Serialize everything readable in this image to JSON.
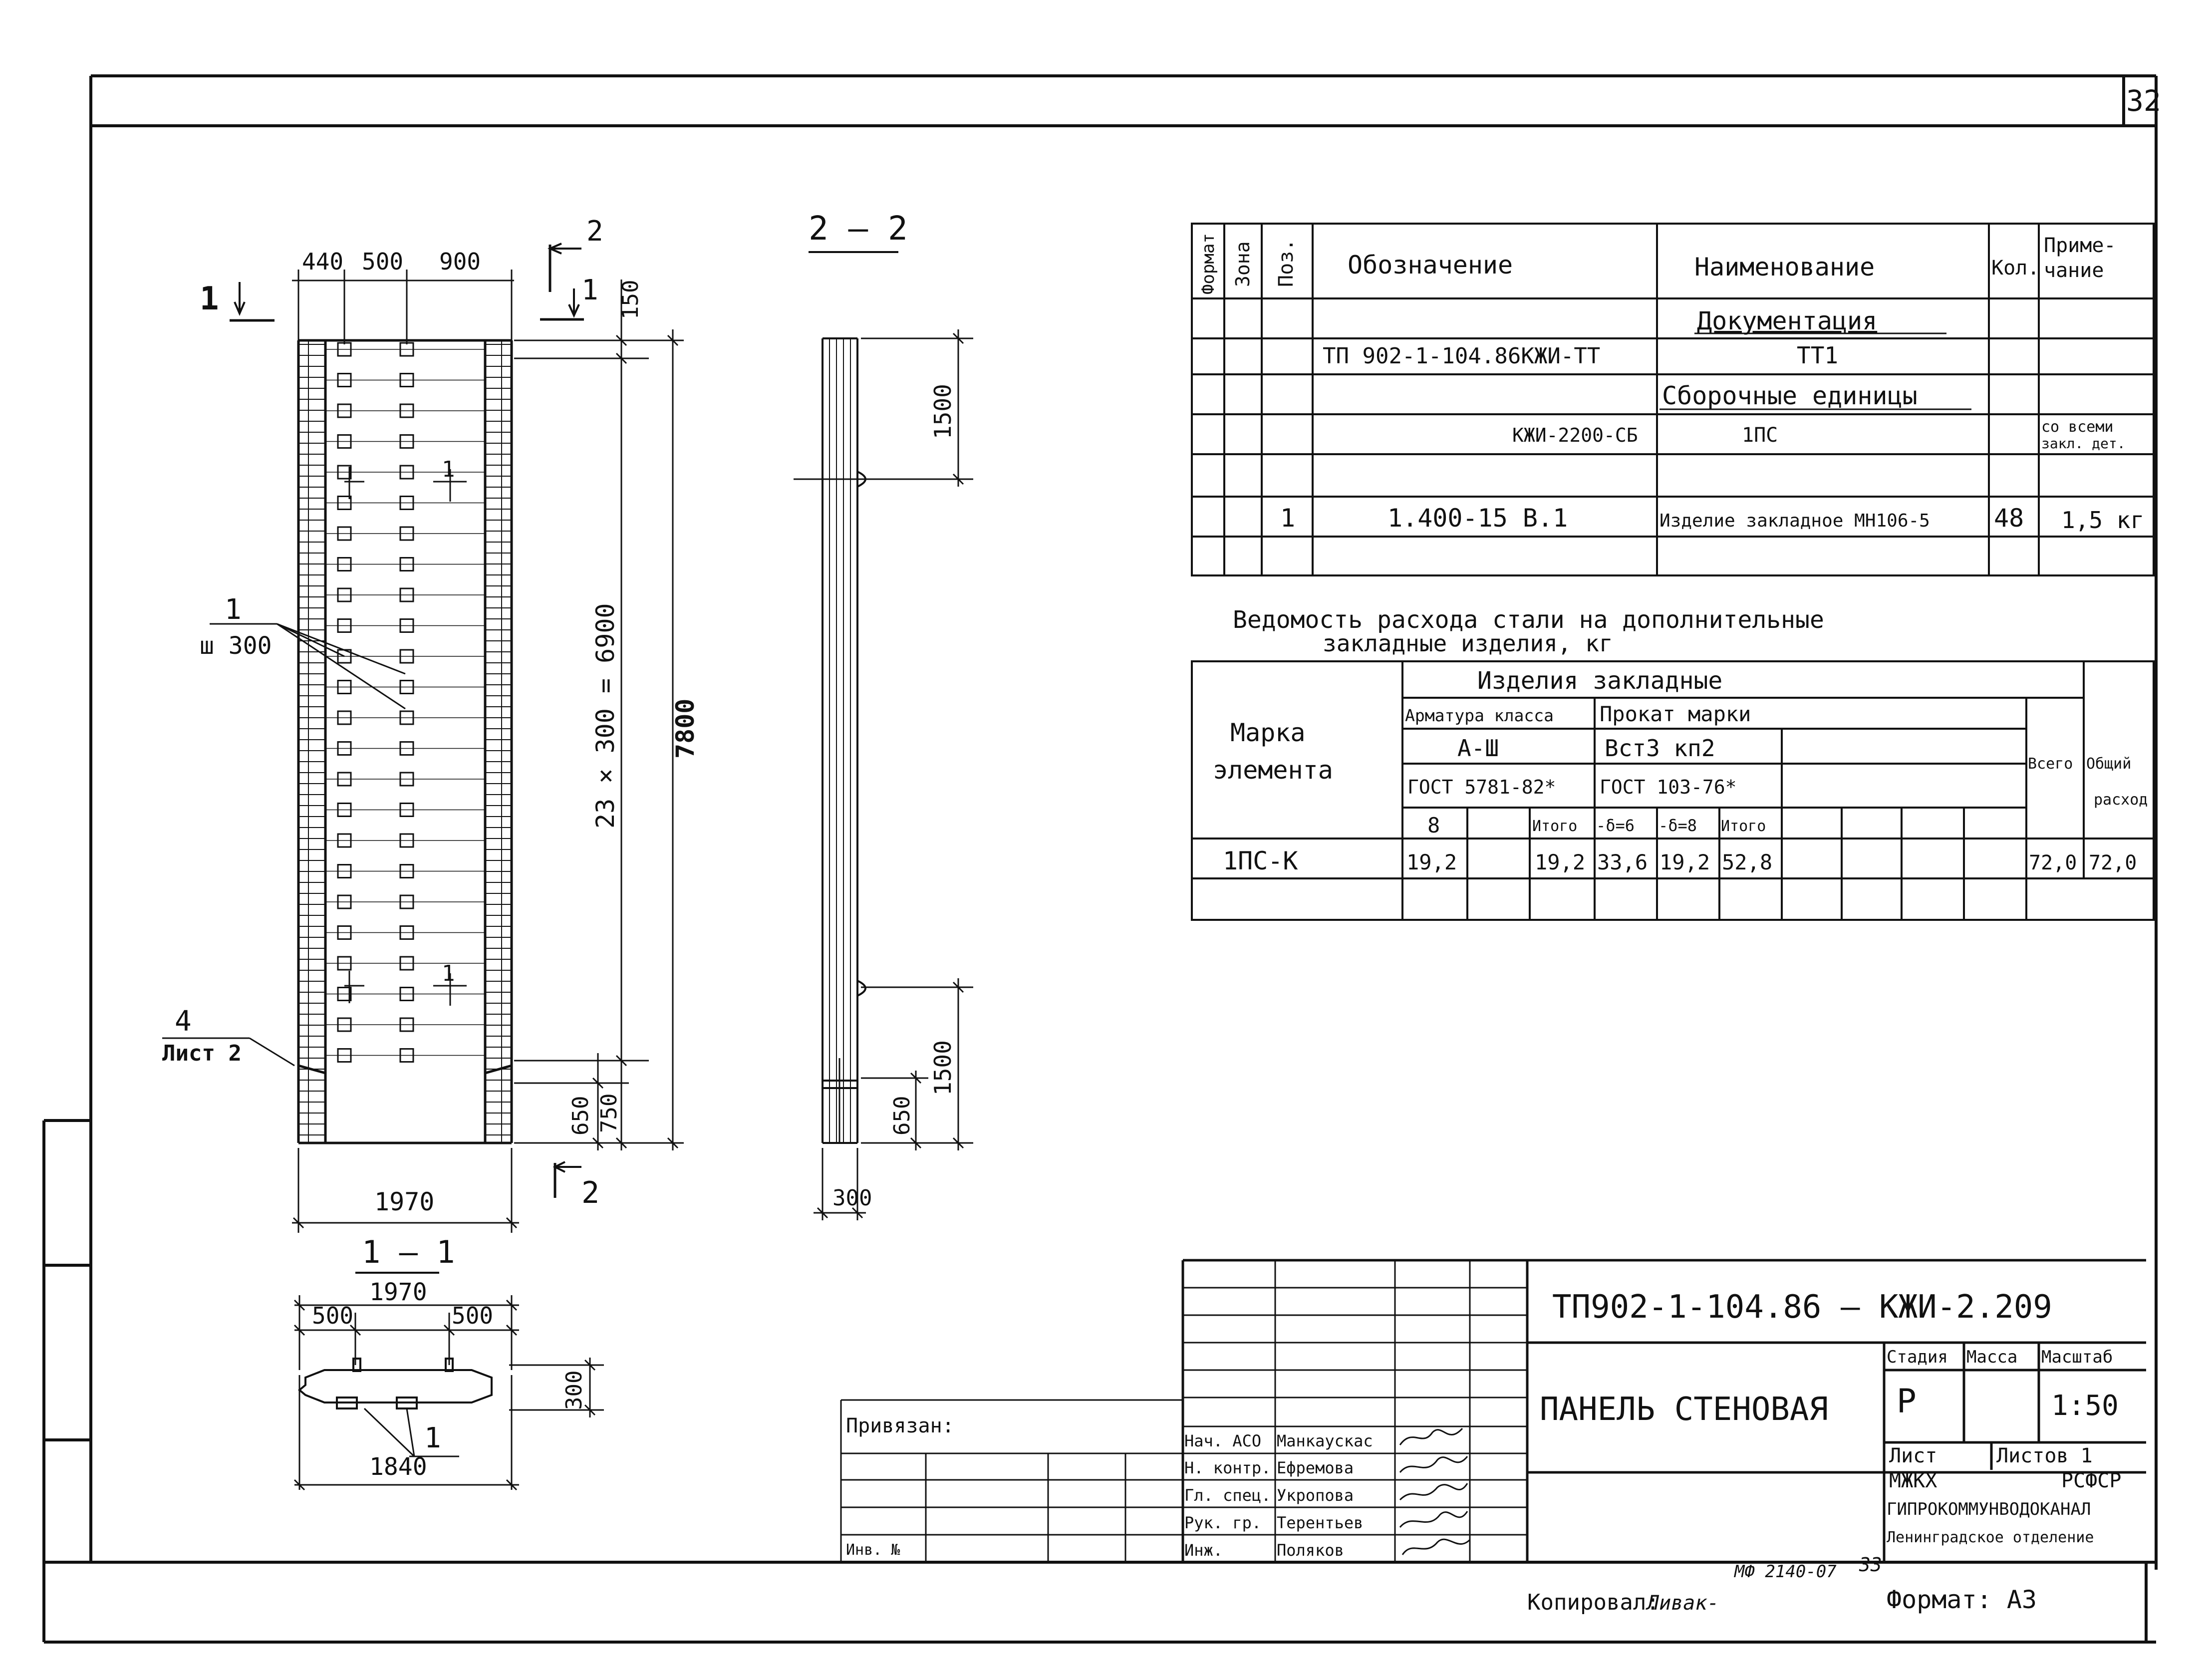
{
  "sheet_number": "32",
  "plan": {
    "top_dims": [
      "440",
      "500",
      "900"
    ],
    "dim_150": "150",
    "dim_23x300": "23 × 300 = 6900",
    "dim_7800": "7800",
    "dim_650": "650",
    "dim_750": "750",
    "width_1970": "1970",
    "callout_1": "1",
    "callout_1_note": "ш 300",
    "callout_4": "4",
    "callout_4_note": "Лист 2",
    "cut_1_top": "1",
    "cut_2_top": "2",
    "cut_2_bottom": "2",
    "cut_mark_1": "1",
    "cut_mark_1b": "1"
  },
  "section22": {
    "title": "2 — 2",
    "dim_1500_top": "1500",
    "dim_1500_bot": "1500",
    "dim_650": "650",
    "dim_300": "300"
  },
  "section11": {
    "title": "1 — 1",
    "dim_1970": "1970",
    "dim_500_left": "500",
    "dim_500_right": "500",
    "dim_300": "300",
    "dim_1840": "1840",
    "callout": "1"
  },
  "spec": {
    "headers": [
      "Формат",
      "Зона",
      "Поз.",
      "Обозначение",
      "Наименование",
      "Кол.",
      "Приме-",
      "чание"
    ],
    "rows": [
      {
        "oboz": "",
        "name": "Документация",
        "kol": "",
        "prim": ""
      },
      {
        "oboz": "ТП 902-1-104.86КЖИ-ТТ",
        "name": "ТТ1",
        "kol": "",
        "prim": ""
      },
      {
        "oboz": "",
        "name": "Сборочные единицы",
        "kol": "",
        "prim": ""
      },
      {
        "oboz": "КЖИ-2200-СБ",
        "name": "1ПС",
        "kol": "",
        "prim": "со всеми",
        "prim2": "закл. дет."
      },
      {
        "oboz": "",
        "name": "",
        "kol": "",
        "prim": ""
      },
      {
        "poz": "1",
        "oboz": "1.400-15 В.1",
        "name": "Изделие закладное МН106-5",
        "kol": "48",
        "prim": "1,5 кг"
      },
      {
        "oboz": "",
        "name": "",
        "kol": "",
        "prim": ""
      }
    ]
  },
  "steel": {
    "title1": "Ведомость расхода стали на дополнительные",
    "title2": "закладные изделия, кг",
    "h_marka1": "Марка",
    "h_marka2": "элемента",
    "h_izdeliya": "Изделия закладные",
    "h_armatura": "Арматура класса",
    "h_prokat": "Прокат марки",
    "h_a3": "А-Ш",
    "h_vst": "Вст3 кп2",
    "h_gost1": "ГОСТ 5781-82*",
    "h_gost2": "ГОСТ 103-76*",
    "h_8": "8",
    "h_itogo1": "Итого",
    "h_d6": "-δ=6",
    "h_d8": "-δ=8",
    "h_itogo2": "Итого",
    "h_vsego": "Всего",
    "h_obshchiy1": "Общий",
    "h_obshchiy2": "расход",
    "row": {
      "marka": "1ПС-К",
      "a8": "19,2",
      "itogo1": "19,2",
      "d6": "33,6",
      "d8": "19,2",
      "itogo2": "52,8",
      "vsego": "72,0",
      "obshchiy": "72,0"
    }
  },
  "stamp": {
    "code": "ТП902-1-104.86 — КЖИ-2.209",
    "title": "ПАНЕЛЬ СТЕНОВАЯ",
    "stadiya_h": "Стадия",
    "massa_h": "Масса",
    "masshtab_h": "Масштаб",
    "stadiya": "Р",
    "masshtab": "1:50",
    "list": "Лист",
    "listov": "Листов 1",
    "org1_left": "МЖКХ",
    "org1_right": "РСФСР",
    "org2": "ГИПРОКОММУНВОДОКАНАЛ",
    "org3": "Ленинградское отделение",
    "roles": [
      "Нач. АСО",
      "Н. контр.",
      "Гл. спец.",
      "Рук. гр.",
      "Инж."
    ],
    "names": [
      "Манкаускас",
      "Ефремова",
      "Укропова",
      "Терентьев",
      "Поляков"
    ],
    "privyazan": "Привязан:",
    "inv": "Инв. №",
    "kopiroval": "Копировал:",
    "kopiroval_sig": "Ливак-",
    "format": "Формат: А3",
    "mf": "МФ 2140-07",
    "mf_num": "33"
  }
}
